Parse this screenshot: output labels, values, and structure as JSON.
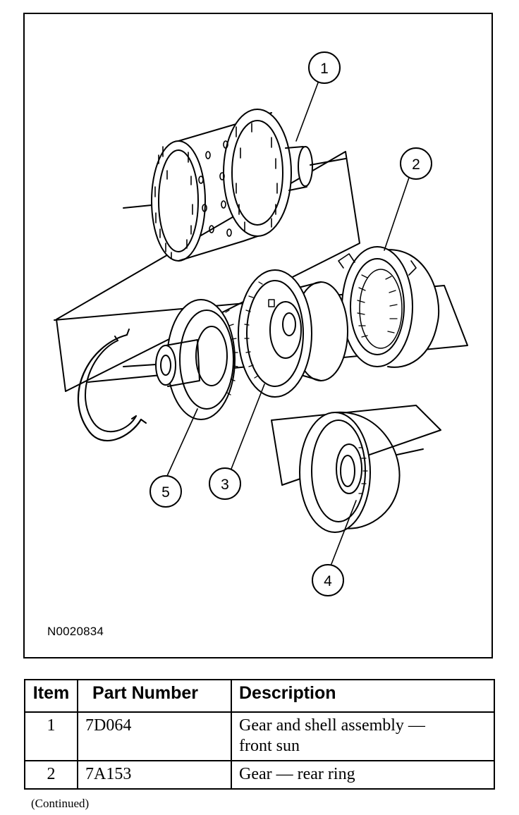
{
  "figure": {
    "id": "N0020834",
    "callouts": [
      "1",
      "2",
      "3",
      "4",
      "5"
    ]
  },
  "table": {
    "headers": [
      "Item",
      "Part Number",
      "Description"
    ],
    "rows": [
      {
        "item": "1",
        "part": "7D064",
        "desc_lines": [
          "Gear and shell assembly —",
          "front sun"
        ]
      },
      {
        "item": "2",
        "part": "7A153",
        "desc_lines": [
          "Gear — rear ring"
        ]
      }
    ]
  },
  "footer": {
    "continued": "(Continued)"
  }
}
